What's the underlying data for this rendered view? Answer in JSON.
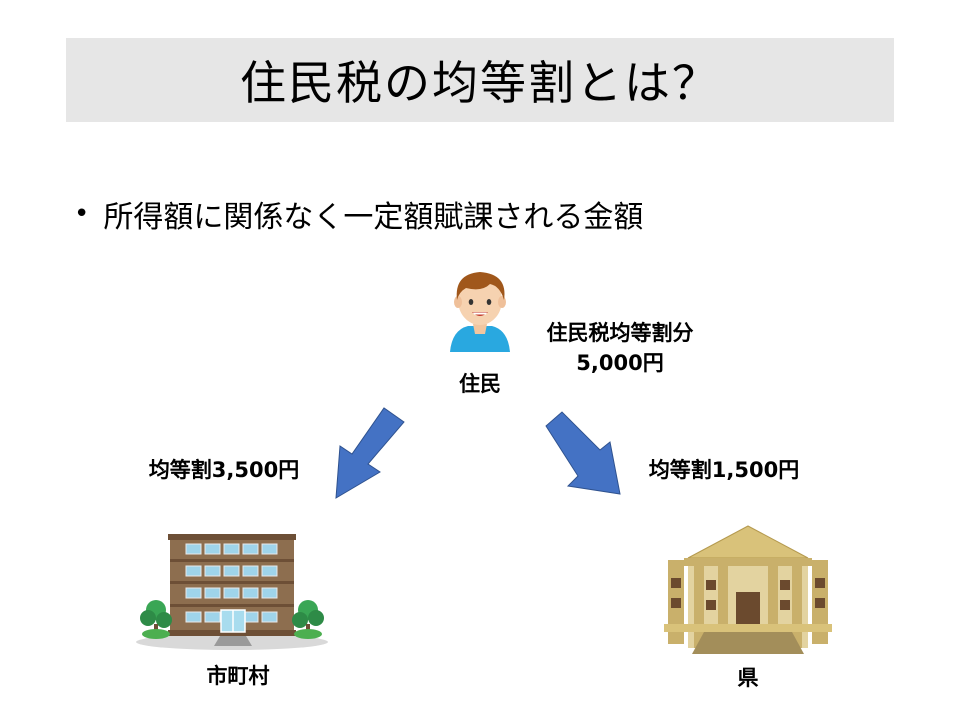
{
  "title": "住民税の均等割とは？",
  "bullet": "所得額に関係なく一定額賦課される金額",
  "resident": {
    "label": "住民",
    "amount_title": "住民税均等割分",
    "amount": "5,000円"
  },
  "municipal": {
    "label": "市町村",
    "share": "均等割3,500円"
  },
  "prefecture": {
    "label": "県",
    "share": "均等割1,500円"
  },
  "colors": {
    "title_bg": "#e6e6e6",
    "arrow": "#4472c4",
    "arrow_border": "#2f528f"
  }
}
